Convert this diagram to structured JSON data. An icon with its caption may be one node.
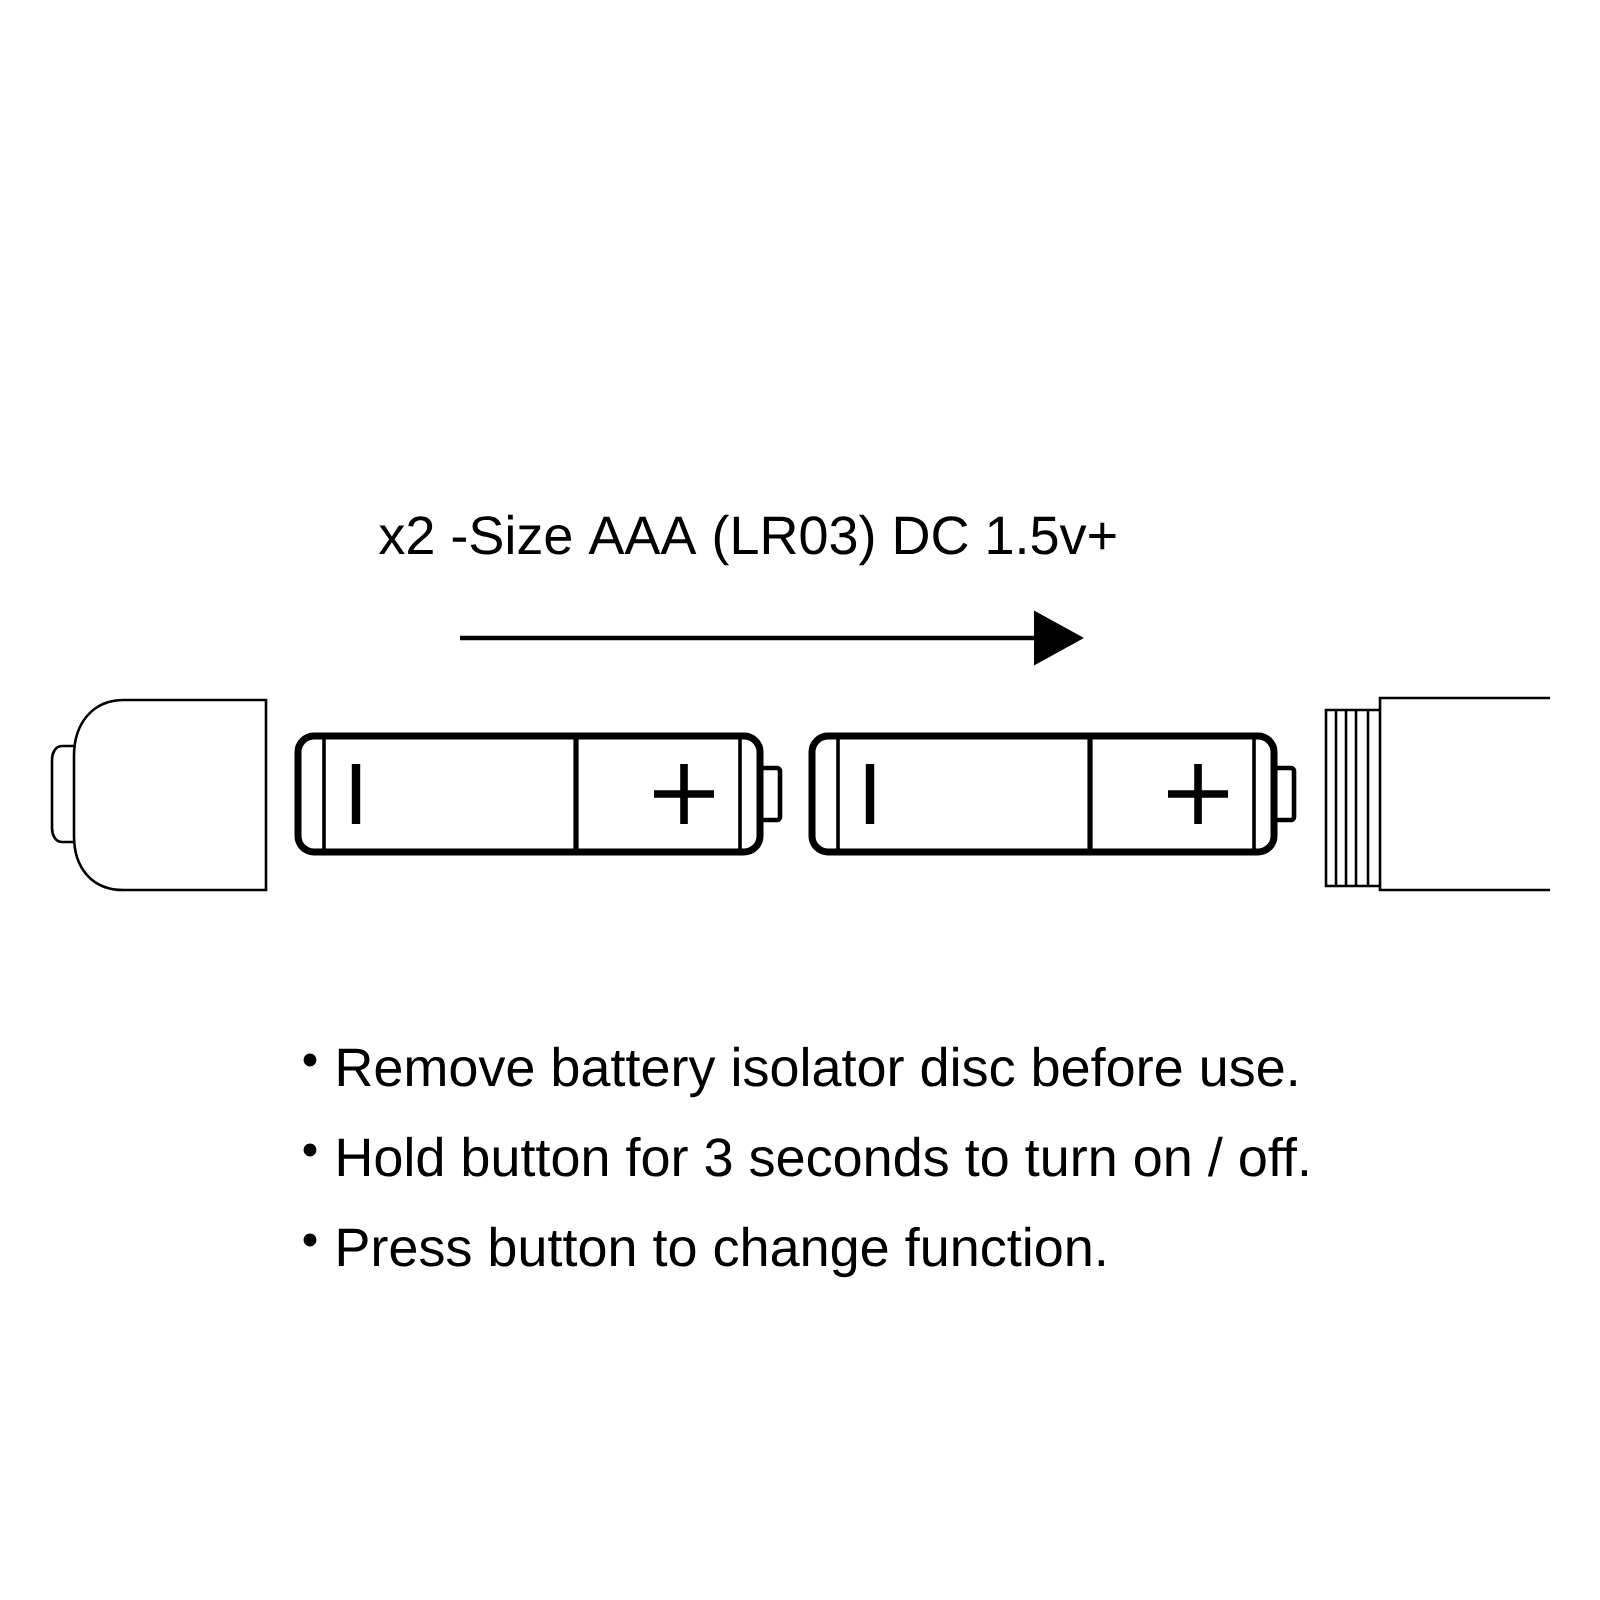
{
  "diagram": {
    "labels": [
      "x2 -Size AAA (LR03) DC 1.5v+",
      "Remove battery isolator disc before use.",
      "Hold button for 3 seconds to turn on / off.",
      "Press button to change function."
    ]
  }
}
